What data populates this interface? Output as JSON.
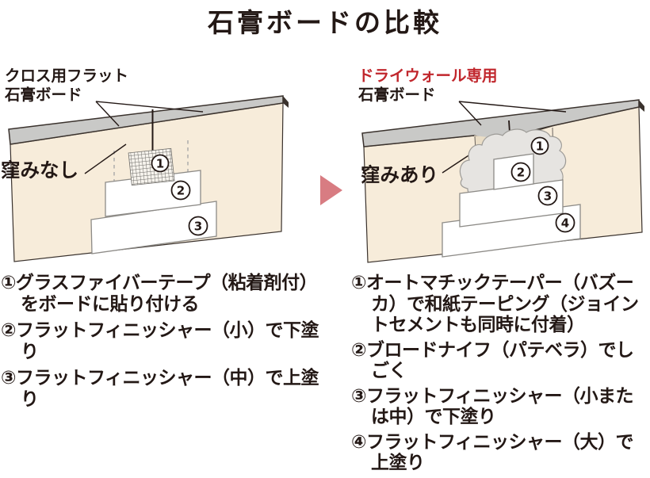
{
  "title": "石膏ボードの比較",
  "colors": {
    "accent_red": "#c1272d",
    "arrow_pink": "#d87c82",
    "wall_cream": "#f7ecda",
    "board_top_gray": "#c9c9c7",
    "taper_shade": "#eaddc6",
    "compound_gray": "#e6e4e1",
    "text_dark": "#231815"
  },
  "left_panel": {
    "board_label_line1": "クロス用フラット",
    "board_label_line2": "石膏ボード",
    "recess_label": "窪みなし",
    "diagram_numbers": [
      "1",
      "2",
      "3"
    ],
    "steps": [
      "①グラスファイバーテープ（粘着剤付）をボードに貼り付ける",
      "②フラットフィニッシャー（小）で下塗り",
      "③フラットフィニッシャー（中）で上塗り"
    ]
  },
  "right_panel": {
    "board_label_highlight": "ドライウォール専用",
    "board_label_line2": "石膏ボード",
    "recess_label": "窪みあり",
    "diagram_numbers": [
      "1",
      "2",
      "3",
      "4"
    ],
    "steps": [
      "①オートマチックテーパー（バズーカ）で和紙テーピング（ジョイントセメントも同時に付着）",
      "②ブロードナイフ（パテベラ）でしごく",
      "③フラットフィニッシャー（小または中）で下塗り",
      "④フラットフィニッシャー（大）で上塗り"
    ]
  }
}
